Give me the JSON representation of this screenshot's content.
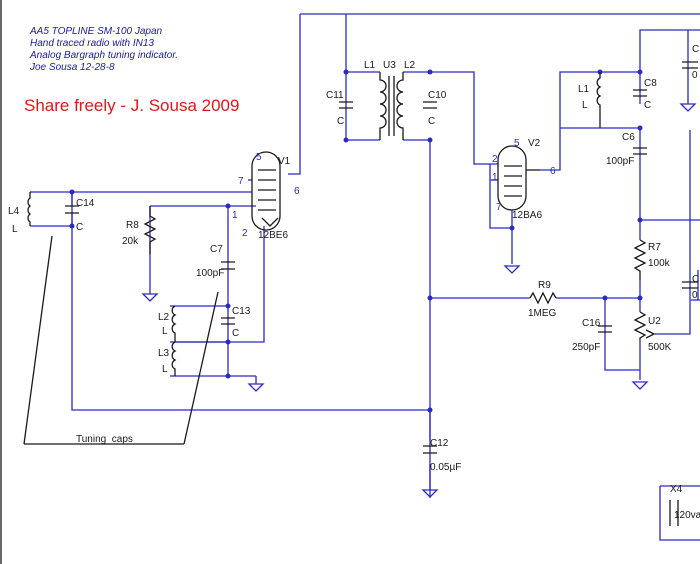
{
  "notes": [
    "AA5 TOPLINE SM-100 Japan",
    "Hand traced radio with IN13",
    "Analog Bargraph tuning indicator.",
    "Joe Sousa 12-28-8"
  ],
  "share": "Share freely - J. Sousa 2009",
  "components": [
    {
      "id": "l4",
      "ref": "L4",
      "value": "L"
    },
    {
      "id": "c14",
      "ref": "C14",
      "value": "C"
    },
    {
      "id": "r8",
      "ref": "R8",
      "value": "20k"
    },
    {
      "id": "c7",
      "ref": "C7",
      "value": "100pF"
    },
    {
      "id": "l2a",
      "ref": "L2",
      "value": "L"
    },
    {
      "id": "l3",
      "ref": "L3",
      "value": "L"
    },
    {
      "id": "c13",
      "ref": "C13",
      "value": "C"
    },
    {
      "id": "v1",
      "ref": "V1",
      "value": "12BE6"
    },
    {
      "id": "c11",
      "ref": "C11",
      "value": "C"
    },
    {
      "id": "l1a",
      "ref": "L1",
      "value": ""
    },
    {
      "id": "u3",
      "ref": "U3",
      "value": ""
    },
    {
      "id": "l2b",
      "ref": "L2",
      "value": ""
    },
    {
      "id": "c10",
      "ref": "C10",
      "value": "C"
    },
    {
      "id": "v2",
      "ref": "V2",
      "value": "12BA6"
    },
    {
      "id": "l1b",
      "ref": "L1",
      "value": "L"
    },
    {
      "id": "c8",
      "ref": "C8",
      "value": "C"
    },
    {
      "id": "c6",
      "ref": "C6",
      "value": "100pF"
    },
    {
      "id": "r7",
      "ref": "R7",
      "value": "100k"
    },
    {
      "id": "r9",
      "ref": "R9",
      "value": "1MEG"
    },
    {
      "id": "c16",
      "ref": "C16",
      "value": "250pF"
    },
    {
      "id": "u2",
      "ref": "U2",
      "value": "500K"
    },
    {
      "id": "c12",
      "ref": "C12",
      "value": "0.05µF"
    },
    {
      "id": "x4",
      "ref": "X4",
      "value": "120va"
    }
  ],
  "pins": {
    "v1": [
      "5",
      "7",
      "6",
      "1",
      "2"
    ],
    "v2": [
      "5",
      "2",
      "1",
      "6",
      "7"
    ]
  },
  "net_label": "Tuning_caps",
  "edge_labels": [
    "C",
    "0",
    "C",
    "0"
  ],
  "colors": {
    "wire": "#2a2ac8",
    "symbol": "#1a1a1a",
    "share": "#e01818",
    "note": "#1a1aa0"
  }
}
